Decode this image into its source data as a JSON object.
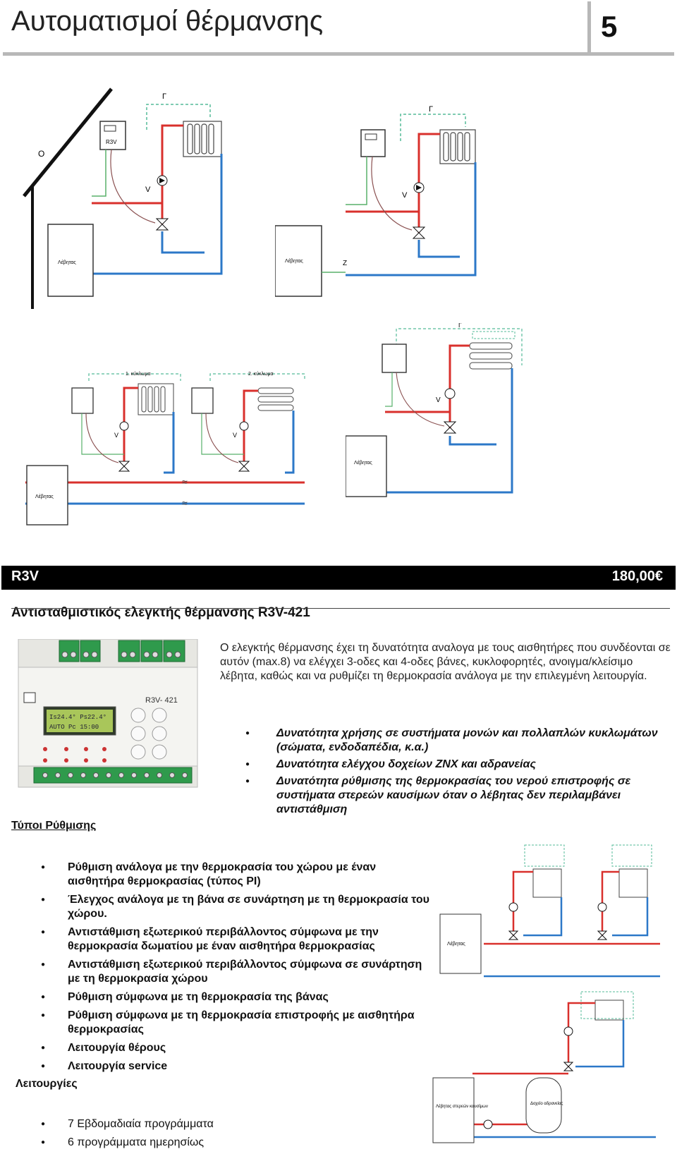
{
  "header": {
    "title": "Αυτοματισμοί θέρμανσης",
    "page_number": "5"
  },
  "diagrams": {
    "boiler_label": "Λέβητας",
    "controller_label": "R3V",
    "letter_o": "Ο",
    "letter_g": "Γ",
    "letter_v": "V",
    "letter_z": "Ζ",
    "circuit1_label": "1. κύκλωμα",
    "circuit2_label": "2. κύκλωμα",
    "tank_label": "Δοχείο αδρανείας",
    "boiler_solid_label": "Λέβητας στερεών καυσίμων"
  },
  "product": {
    "name": "R3V",
    "price": "180,00€",
    "title": "Αντισταθμιστικός ελεγκτής θέρμανσης R3V-421",
    "description": "Ο ελεγκτής θέρμανσης έχει τη δυνατότητα αναλογα με τους αισθητήρες που συνδέονται σε αυτόν (max.8) να ελέγχει 3-οδες και 4-οδες βάνες, κυκλοφορητές, ανοιγμα/κλείσιμο λέβητα, καθώς και να ρυθμίζει τη θερμοκρασία ανάλογα με την επιλεγμένη λειτουργία.",
    "features": [
      "Δυνατότητα χρήσης σε συστήματα μονών και πολλαπλών κυκλωμάτων (σώματα, ενδοδαπέδια, κ.α.)",
      "Δυνατότητα ελέγχου δοχείων ΖΝΧ και αδρανείας",
      "Δυνατότητα ρύθμισης της θερμοκρασίας του νερού επιστροφής σε συστήματα στερεών καυσίμων όταν ο λέβητας δεν περιλαμβάνει αντιστάθμιση"
    ]
  },
  "device": {
    "brand_label": "R3V- 421",
    "lcd_line1": "Is24.4° Ps22.4°",
    "lcd_line2": "AUTO   Pc 15:00"
  },
  "regulation": {
    "heading": "Τύποι Ρύθμισης",
    "items": [
      "Ρύθμιση ανάλογα με την θερμοκρασία του χώρου με έναν αισθητήρα θερμοκρασίας (τύπος PI)",
      "Έλεγχος ανάλογα με τη βάνα σε συνάρτηση με τη θερμοκρασία του χώρου.",
      "Αντιστάθμιση εξωτερικού περιβάλλοντος σύμφωνα με την θερμοκρασία δωματίου με έναν αισθητήρα θερμοκρασίας",
      "Αντιστάθμιση εξωτερικού περιβάλλοντος σύμφωνα σε συνάρτηση με τη θερμοκρασία χώρου",
      "Ρύθμιση σύμφωνα με τη θερμοκρασία της βάνας",
      "Ρύθμιση σύμφωνα με τη θερμοκρασία επιστροφής με αισθητήρα θερμοκρασίας",
      "Λειτουργία θέρους",
      "Λειτουργία service"
    ]
  },
  "functions": {
    "heading": "Λειτουργίες",
    "items": [
      "7 Εβδομαδιαία προγράμματα",
      "6 προγράμματα ημερησίως"
    ]
  },
  "colors": {
    "hot": "#d9302c",
    "cold": "#2c78c8",
    "sensor": "#58b06a",
    "bar": "#000000"
  }
}
